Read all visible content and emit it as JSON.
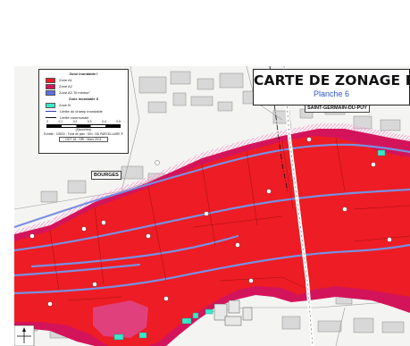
{
  "title": "CARTE DE ZONAGE PPR",
  "subtitle": "Planche 6",
  "towns": [
    "SAINT-GERMAIN-DU-PUY",
    "BOURGES"
  ],
  "legend": {
    "zone1_title": "Zone inondable I",
    "zone_a1": "Zone A1",
    "zone_a2": "Zone A2",
    "zone_a2_ir": "Zone A2 \"lit mineur\"",
    "zone2_title": "Zone inondable II",
    "zone_b": "Zone B",
    "limit_flood": "Limite du champ inondable",
    "limit_commune": "Limite communale",
    "scale_ticks": [
      "0",
      "0.1",
      "0.2",
      "0.3",
      "0.4",
      "0.5"
    ],
    "scale_unit": "(Kilomètres)",
    "source": "Echelle : 1/5000 - Fond de plan : IGN - BD PARCELLAIRE ®",
    "credit": "DDT 18 - SRI - Mars 2011"
  },
  "colors": {
    "zone_a1": "#ee1c24",
    "zone_a2": "#d4145a",
    "zone_a2_lit_mineur": "#5b6ee8",
    "zone_b": "#39e8c8",
    "river": "#7a8fe0",
    "boundary": "#111111"
  }
}
